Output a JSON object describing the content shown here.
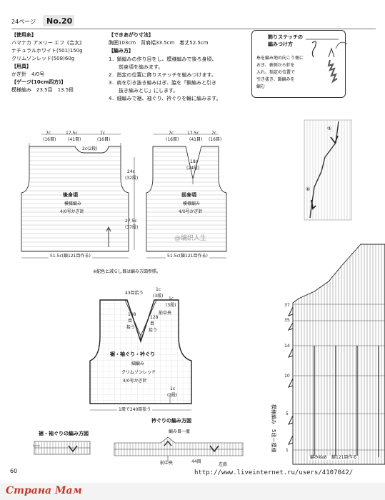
{
  "page": {
    "page_label": "24ページ",
    "number_tag": "No.20",
    "page_number": "60",
    "watermark_url": "http://www.liveinternet.ru/users/4107042/",
    "watermark_site": "Страна Мам",
    "watermark_center": "@编织人生"
  },
  "materials": {
    "yarn_heading": "【使用糸】",
    "yarn_name": "ハマナカ アメリー エフ《合太》",
    "yarn_1": "ナチュラルホワイト(501)150g",
    "yarn_2": "クリムゾンレッド(508)60g",
    "tools_heading": "【用具】",
    "tools": "かぎ針　4/0号",
    "gauge_heading": "【ゲージ(10cm四方)】",
    "gauge": "模様編み　23.5目　13.5段"
  },
  "instructions": {
    "size_heading": "【できあがり寸法】",
    "size": "胸囲103cm　背肩幅33.5cm　着丈52.5cm",
    "method_heading": "【編み方】",
    "steps": [
      "1．鎖編みの作り目をし、模様編みで後ろ身頃、",
      "　　前身頃を編みます。",
      "2．指定の位置に飾りステッチを編みつけます。",
      "3．肩を引き抜き編みはぎ、脇を「鎖編みと引き",
      "　　抜き編みとじ」にします。",
      "4．細編みで裾、袖ぐり、衿ぐりを輪に編みます。"
    ]
  },
  "stitch_box": {
    "title_1": "飾りステッチの",
    "title_2": "編みつけ方",
    "desc": [
      "糸を編み地の向こう側に",
      "おき、表側から針を",
      "入れ、指定の位置で",
      "引き抜き、鎖編みを",
      "編む"
    ]
  },
  "back_body": {
    "top_dims": [
      "7c",
      "(16目)",
      "17.5c",
      "(41目)",
      "7c",
      "(16目)"
    ],
    "neck": "2c(2段)",
    "side_top": "24c",
    "side_top_rows": "(32段)",
    "side_bot": "27.5c",
    "side_bot_rows": "(37段)",
    "title": "後身頃",
    "pattern": "模様編み",
    "hook": "4/0号かぎ針",
    "bottom": "51.5c(鎖121目作る)"
  },
  "front_body": {
    "top_dims": [
      "7c",
      "(16目)",
      "17.5c",
      "(41目)",
      "7c",
      "(16目)"
    ],
    "neck": "18c",
    "neck_rows": "(24段)",
    "title": "前身頃",
    "pattern": "模様編み",
    "hook": "4/0号かぎ針",
    "bottom": "51.5c(鎖121目作る)"
  },
  "note": "※配色と減らし目は編み方図参照。",
  "edging": {
    "top_pick": "43目拾う",
    "top_c": "1c",
    "top_rows": "(3段)",
    "right_c": "1c",
    "right_rows": "(3段)",
    "side_pick": "128",
    "side_unit": "目",
    "side_pick2": "拾う",
    "center_front": "前中央",
    "left_pick": "108",
    "left_unit": "目",
    "left_pick2": "拾う",
    "title": "裾・袖ぐり・衿ぐり",
    "pattern": "細編み",
    "color": "クリムゾンレッド",
    "hook": "4/0号かぎ針",
    "bottom_c": "1c",
    "bottom_rows": "(3段)",
    "bottom_pick": "1周で240目拾う"
  },
  "hem_diagram": {
    "title": "裾・袖ぐりの編み方図"
  },
  "neck_diagram": {
    "title": "衿ぐりの編み方図",
    "sub": "編み目一度",
    "center": "前中央",
    "left": "左肩",
    "count": "44目"
  },
  "chart": {
    "circle_5": "⑤",
    "circle_6": "⑥",
    "row_37": "37",
    "row_35": "35",
    "row_14": "14",
    "row_10": "10",
    "row_5": "5",
    "row_1": "1",
    "side_label": "模様編み　5段一模様",
    "bottom_label": "編み始め　鎖121目作る"
  }
}
